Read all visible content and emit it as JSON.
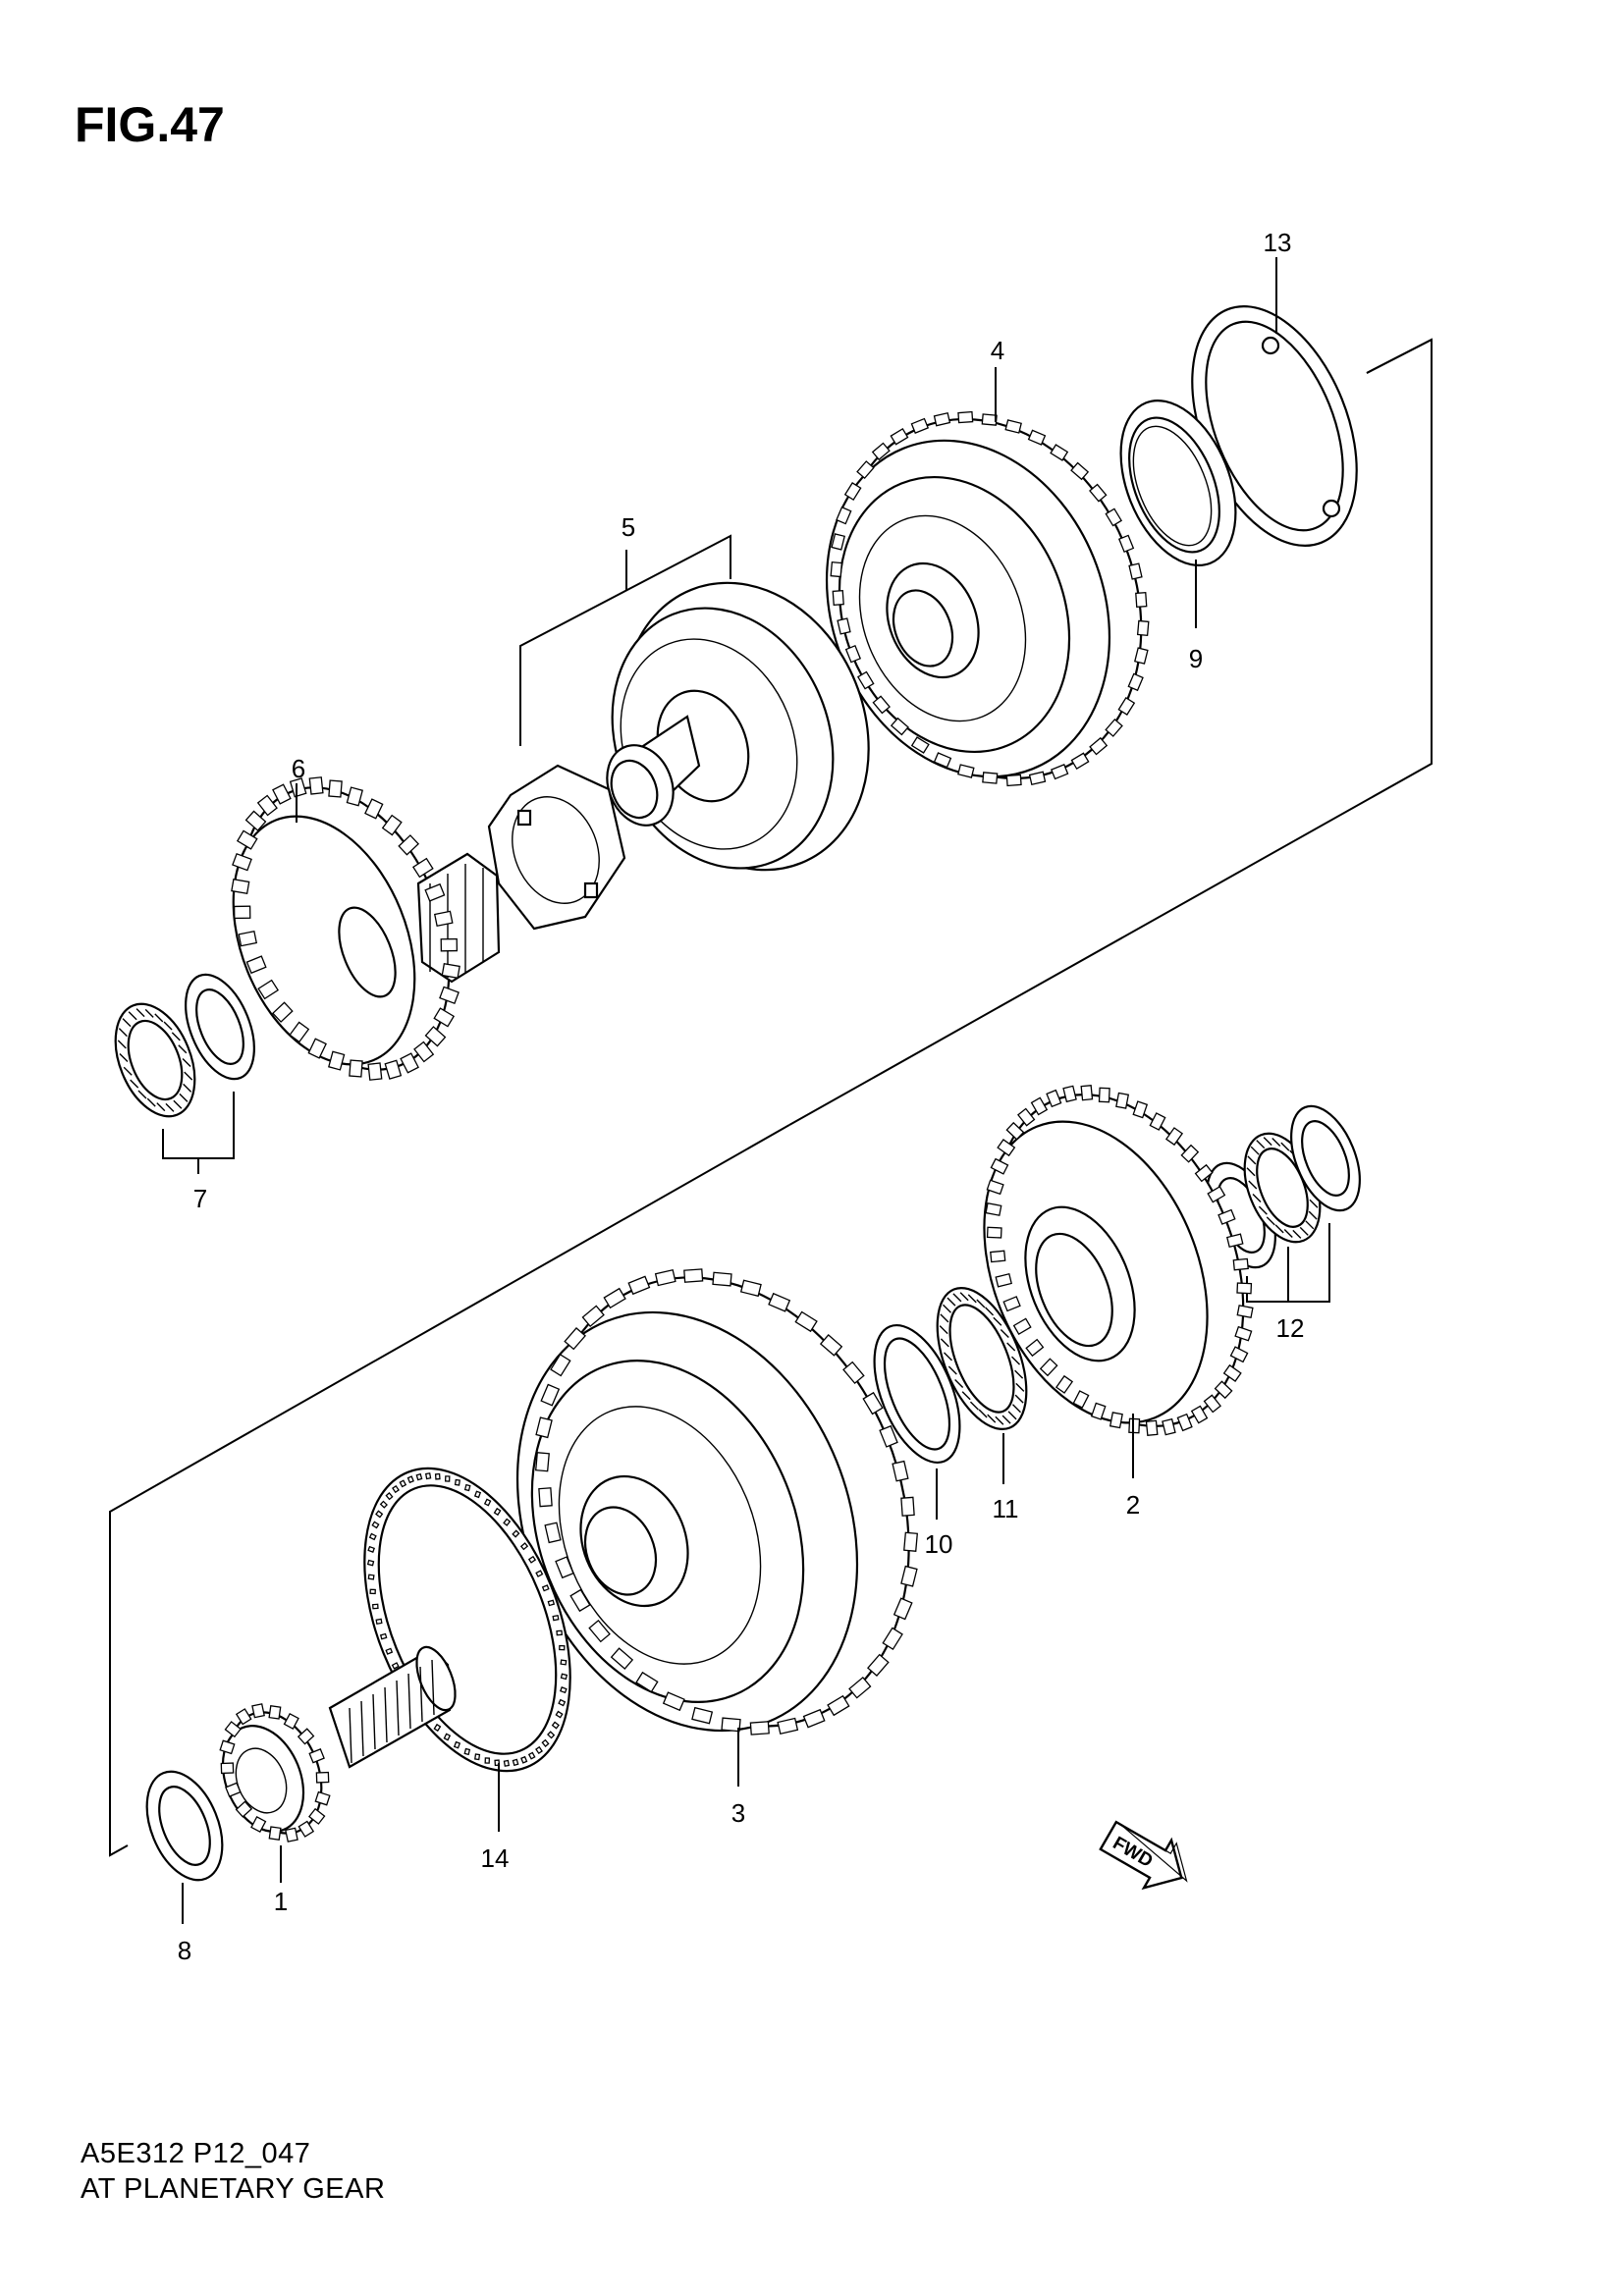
{
  "figure": {
    "title": "FIG.47",
    "code": "A5E312 P12_047",
    "name": "AT PLANETARY GEAR",
    "direction_label": "FWD"
  },
  "callouts": [
    "1",
    "2",
    "3",
    "4",
    "5",
    "6",
    "7",
    "8",
    "9",
    "10",
    "11",
    "12",
    "13",
    "14"
  ],
  "icons": {
    "fwd": "fwd-arrow-icon"
  }
}
